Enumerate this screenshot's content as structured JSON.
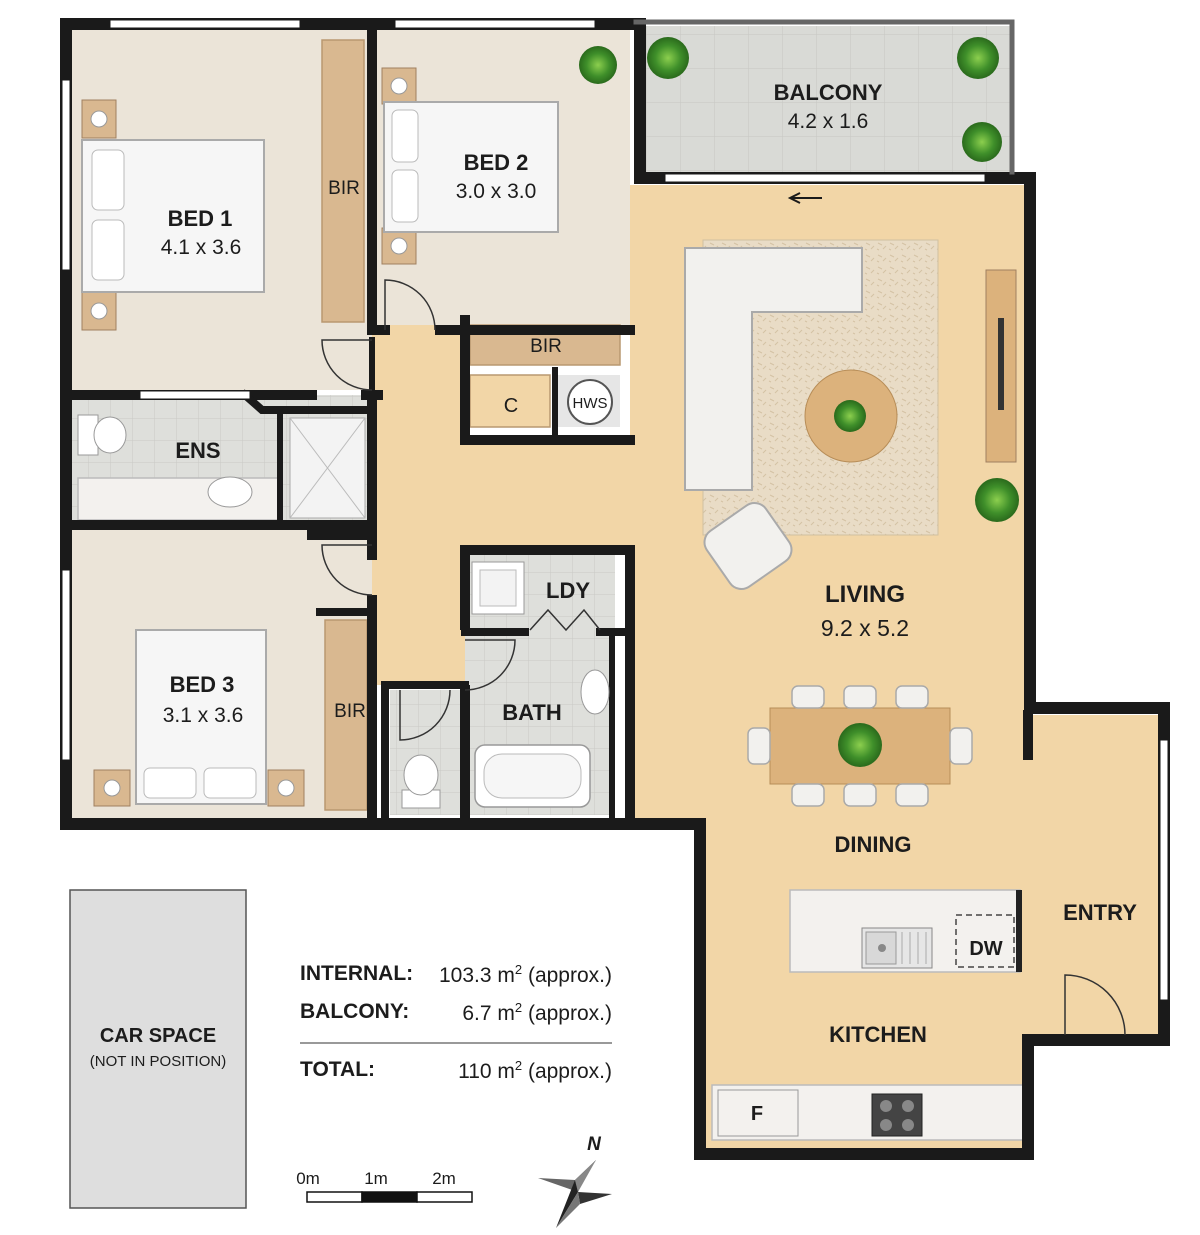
{
  "rooms": {
    "bed1": {
      "name": "BED 1",
      "dims": "4.1 x 3.6"
    },
    "bed2": {
      "name": "BED 2",
      "dims": "3.0 x 3.0"
    },
    "bed3": {
      "name": "BED 3",
      "dims": "3.1 x 3.6"
    },
    "balcony": {
      "name": "BALCONY",
      "dims": "4.2 x 1.6"
    },
    "living": {
      "name": "LIVING",
      "dims": "9.2 x 5.2"
    },
    "dining": {
      "name": "DINING"
    },
    "kitchen": {
      "name": "KITCHEN"
    },
    "entry": {
      "name": "ENTRY"
    },
    "ensuite": {
      "name": "ENS"
    },
    "laundry": {
      "name": "LDY"
    },
    "bath": {
      "name": "BATH"
    },
    "bir1": "BIR",
    "bir2": "BIR",
    "bir3": "BIR",
    "cupboard": "C",
    "hws": "HWS",
    "dishwasher": "DW",
    "fridge": "F"
  },
  "car_space": {
    "name": "CAR SPACE",
    "note": "(NOT IN POSITION)"
  },
  "areas": {
    "internal": {
      "label": "INTERNAL:",
      "value": "103.3 m",
      "unit_sup": "2",
      "note": " (approx.)"
    },
    "balcony": {
      "label": "BALCONY:",
      "value": "6.7 m",
      "unit_sup": "2",
      "note": " (approx.)"
    },
    "total": {
      "label": "TOTAL:",
      "value": "110 m",
      "unit_sup": "2",
      "note": " (approx.)"
    }
  },
  "scale": {
    "ticks": [
      "0m",
      "1m",
      "2m"
    ]
  },
  "compass": {
    "north": "N"
  },
  "colors": {
    "wall": "#1a1a1a",
    "carpet": "#ebe4d8",
    "timber": "#f2d6a7",
    "tile": "#dcdcd8",
    "joinery": "#d9b890",
    "car": "#dedede",
    "plant": "#3f8f2a"
  }
}
